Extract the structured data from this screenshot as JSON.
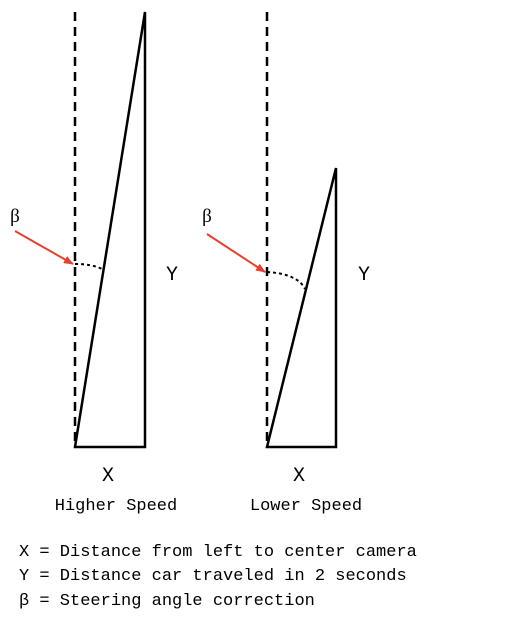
{
  "diagrams": [
    {
      "caption": "Higher Speed",
      "x_label": "X",
      "y_label": "Y",
      "angle_label": "β"
    },
    {
      "caption": "Lower Speed",
      "x_label": "X",
      "y_label": "Y",
      "angle_label": "β"
    }
  ],
  "legend": [
    "X = Distance from left to center camera",
    "Y = Distance car traveled in 2 seconds",
    "β = Steering angle correction"
  ],
  "colors": {
    "line": "#000000",
    "arrow": "#e8402e"
  }
}
